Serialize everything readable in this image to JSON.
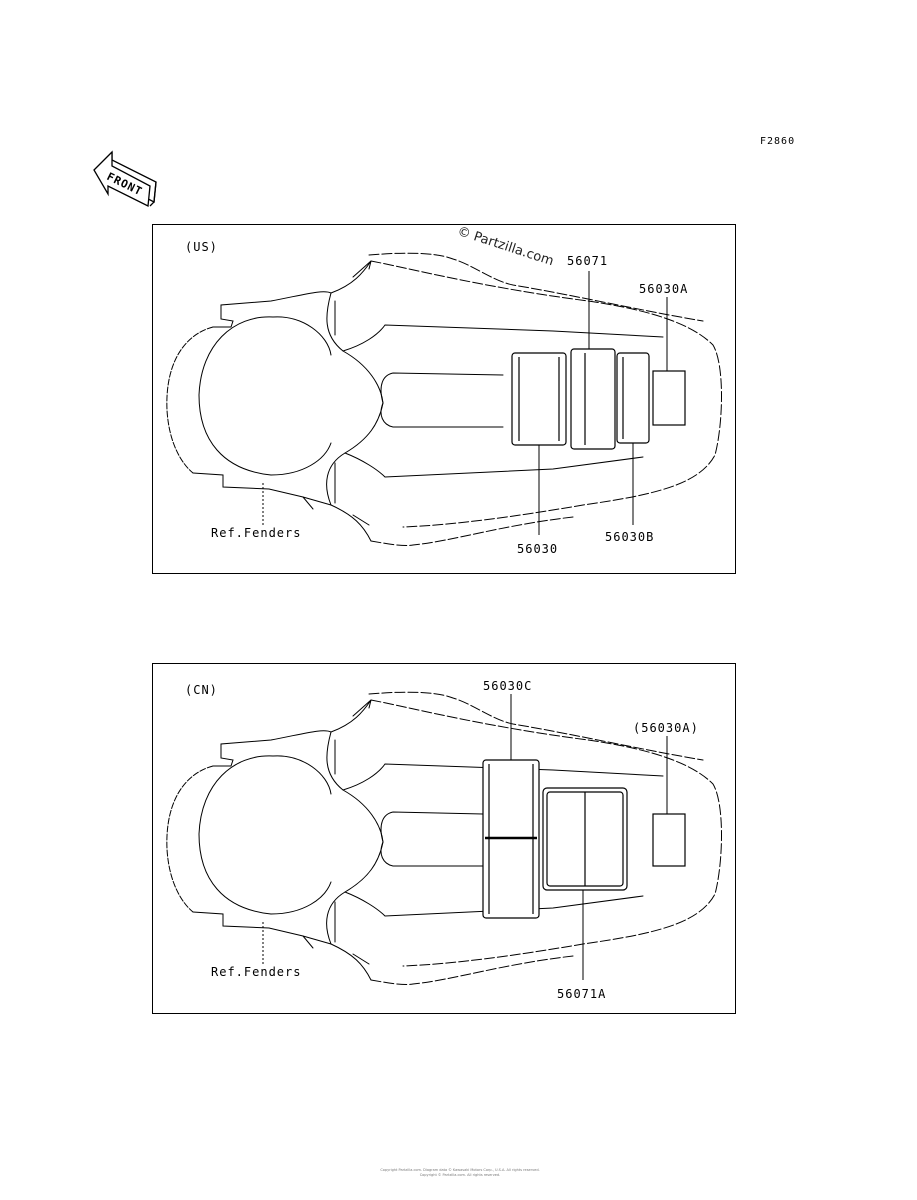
{
  "figure_id": "F2860",
  "front_label": "FRONT",
  "watermark": "© Partzilla.com",
  "panels": [
    {
      "region": "(US)",
      "ref_label": "Ref.Fenders",
      "callouts": [
        "56071",
        "56030A",
        "56030",
        "56030B"
      ]
    },
    {
      "region": "(CN)",
      "ref_label": "Ref.Fenders",
      "callouts": [
        "56030C",
        "(56030A)",
        "56071A"
      ]
    }
  ],
  "footer": {
    "line1": "Copyright Partzilla.com. Diagram data © Kawasaki Motors Corp., U.S.A. All rights reserved.",
    "line2": "Copyright © Partzilla.com. All rights reserved."
  }
}
